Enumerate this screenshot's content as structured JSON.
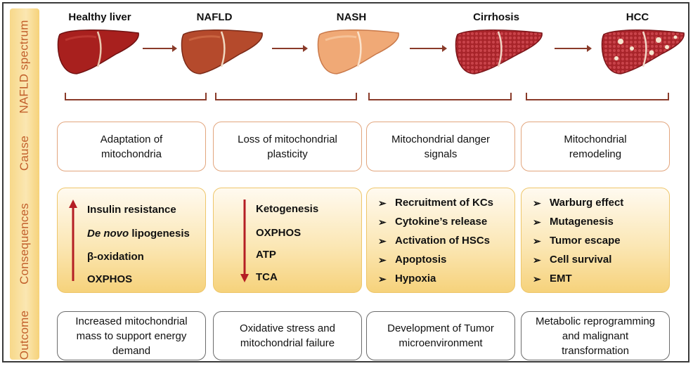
{
  "side_labels": [
    "NAFLD spectrum",
    "Cause",
    "Consequences",
    "Outcome"
  ],
  "stages": [
    "Healthy liver",
    "NAFLD",
    "NASH",
    "Cirrhosis",
    "HCC"
  ],
  "causes": [
    "Adaptation of mitochondria",
    "Loss of mitochondrial plasticity",
    "Mitochondrial danger signals",
    "Mitochondrial remodeling"
  ],
  "consequences": {
    "col1": {
      "direction": "up",
      "items": [
        "Insulin resistance",
        "De novo",
        "lipogenesis",
        "β-oxidation",
        "OXPHOS"
      ]
    },
    "col2": {
      "direction": "down",
      "items": [
        "Ketogenesis",
        "OXPHOS",
        "ATP",
        "TCA"
      ]
    },
    "col3": {
      "bullet": "➢",
      "items": [
        "Recruitment of KCs",
        "Cytokine’s release",
        "Activation of HSCs",
        "Apoptosis",
        "Hypoxia"
      ]
    },
    "col4": {
      "bullet": "➢",
      "items": [
        "Warburg effect",
        "Mutagenesis",
        "Tumor escape",
        "Cell survival",
        "EMT"
      ]
    }
  },
  "outcomes": [
    "Increased mitochondrial mass to support energy demand",
    "Oxidative stress and mitochondrial failure",
    "Development of Tumor microenvironment",
    "Metabolic reprogramming and malignant transformation"
  ],
  "colors": {
    "side_text": "#c2602b",
    "arrow_red": "#b41e24",
    "bracket": "#8a3b2a",
    "cause_border": "#e2a57d",
    "cons_fill": "#f6d27b",
    "healthy": "#a8201e",
    "nafld": "#b54a2c",
    "nash": "#f0a976",
    "cirrhosis": "#a8242a",
    "hcc": "#a8242a"
  }
}
